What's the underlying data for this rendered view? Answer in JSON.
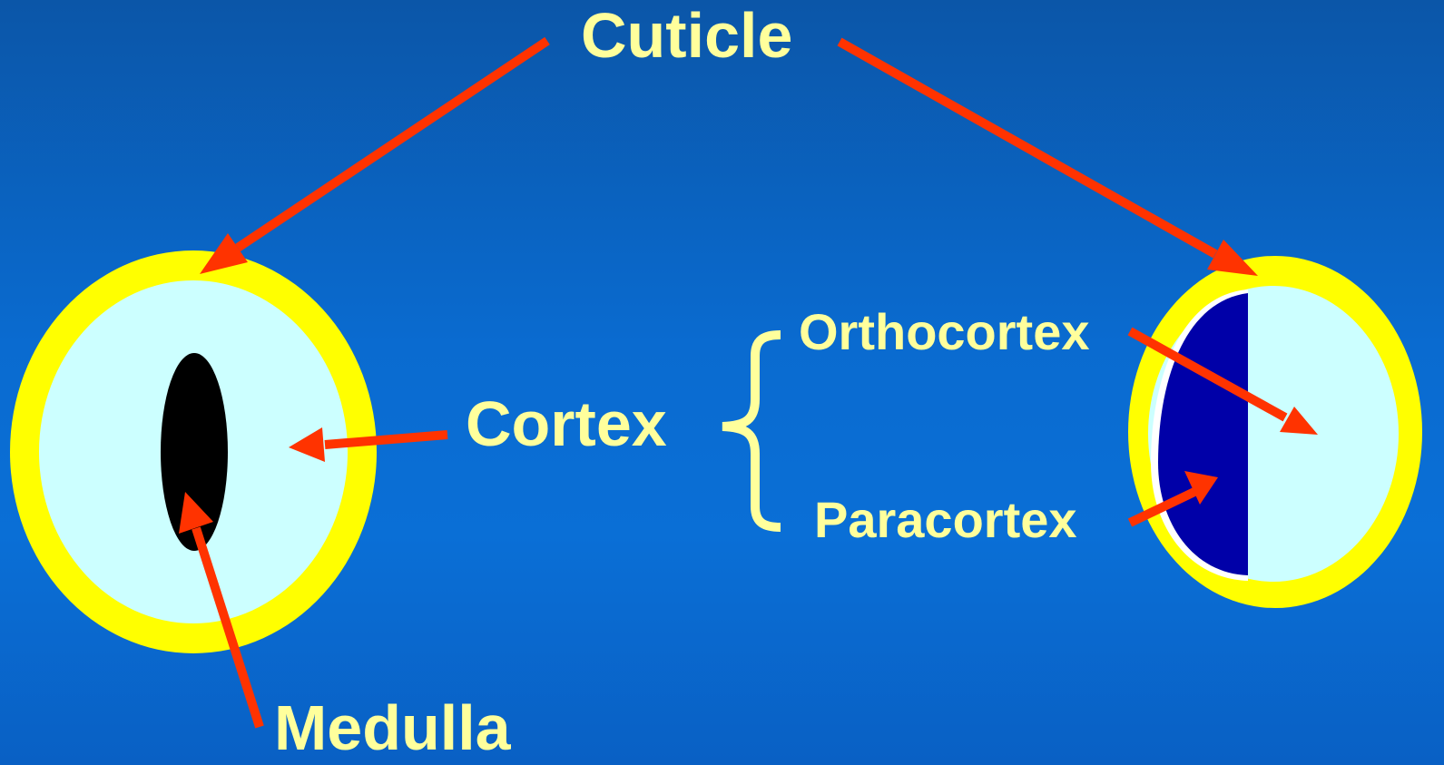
{
  "labels": {
    "cuticle": "Cuticle",
    "cortex": "Cortex",
    "medulla": "Medulla",
    "orthocortex": "Orthocortex",
    "paracortex": "Paracortex"
  },
  "colors": {
    "background": "#0a6bd0",
    "cuticle": "#ffff00",
    "cortex": "#ccffff",
    "medulla": "#000000",
    "paracortex": "#0000a8",
    "arrow": "#ff3300",
    "label_text": "#ffff9c"
  }
}
